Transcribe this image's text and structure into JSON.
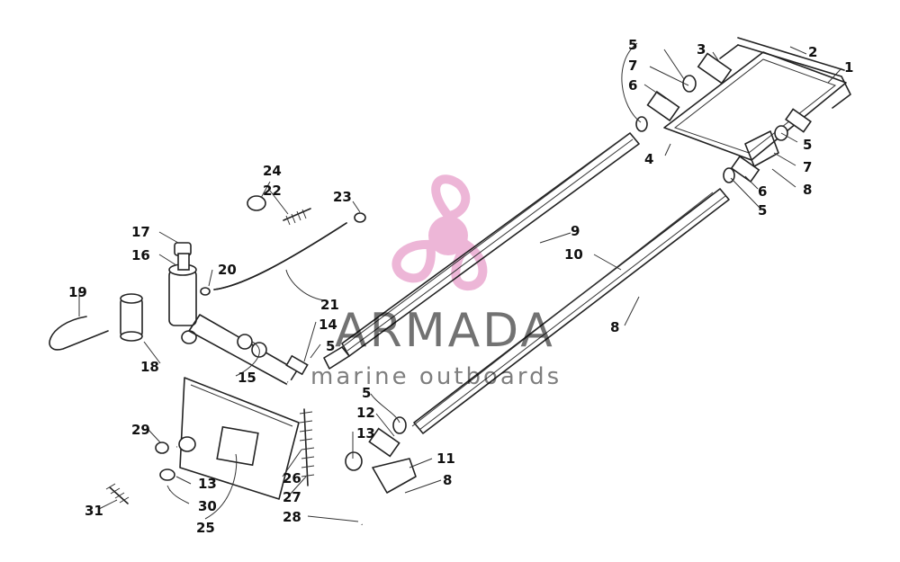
{
  "watermark": {
    "brand": "ARMADA",
    "tagline": "marine outboards",
    "logo_icon": "propeller-icon",
    "logo_color": "#e07bb8"
  },
  "callouts": {
    "c1": "1",
    "c2": "2",
    "c3": "3",
    "c4": "4",
    "c5a": "5",
    "c5b": "5",
    "c5c": "5",
    "c5d": "5",
    "c5e": "5",
    "c6a": "6",
    "c6b": "6",
    "c7a": "7",
    "c7b": "7",
    "c8a": "8",
    "c8b": "8",
    "c8c": "8",
    "c9": "9",
    "c10": "10",
    "c11": "11",
    "c12": "12",
    "c13a": "13",
    "c13b": "13",
    "c14": "14",
    "c15": "15",
    "c16": "16",
    "c17": "17",
    "c18": "18",
    "c19": "19",
    "c20": "20",
    "c21": "21",
    "c22": "22",
    "c23": "23",
    "c24": "24",
    "c25": "25",
    "c26": "26",
    "c27": "27",
    "c28": "28",
    "c29": "29",
    "c30": "30",
    "c31": "31"
  }
}
